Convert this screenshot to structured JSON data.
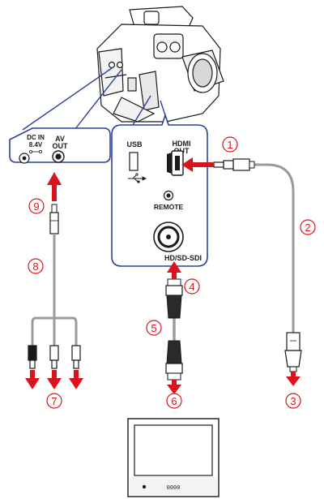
{
  "colors": {
    "callout": "#d9141c",
    "panel_border": "#2b3f9c",
    "cable": "#9a9a9a",
    "outline": "#1a1a1a"
  },
  "port_labels": {
    "dc_in": "DC IN",
    "dc_voltage": "8.4V",
    "av_out_line1": "AV",
    "av_out_line2": "OUT",
    "usb": "USB",
    "hdmi_line1": "HDMI",
    "hdmi_line2": "OUT",
    "remote": "REMOTE",
    "sdi": "HD/SD-SDI"
  },
  "callouts": [
    "1",
    "2",
    "3",
    "4",
    "5",
    "6",
    "7",
    "8",
    "9"
  ],
  "monitor_label": "0000",
  "icons": [
    "camcorder",
    "hdmi-cable",
    "sdi-bnc-cable",
    "av-stereo-cable",
    "tv-monitor",
    "arrow-down-icon",
    "arrow-left-icon",
    "arrow-up-icon"
  ]
}
